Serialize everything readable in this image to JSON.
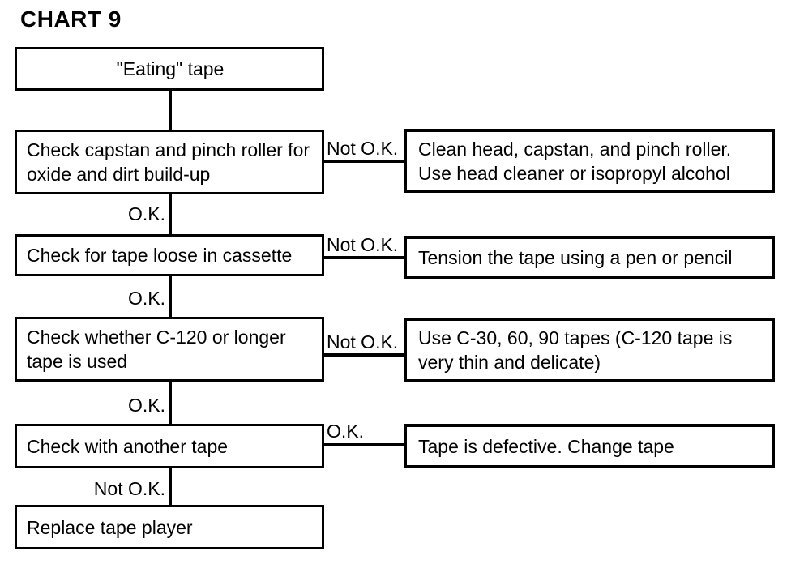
{
  "title": "CHART 9",
  "colors": {
    "ink": "#000000",
    "background": "#ffffff"
  },
  "flowchart": {
    "symptom": "\"Eating\" tape",
    "steps": [
      {
        "check": "Check capstan and pinch roller for oxide and dirt build-up",
        "side_label": "Not O.K.",
        "side_action": "Clean head, capstan, and pinch roller. Use head cleaner or isopropyl alcohol",
        "down_label": "O.K."
      },
      {
        "check": "Check for tape loose in cassette",
        "side_label": "Not O.K.",
        "side_action": "Tension the tape using a pen or pencil",
        "down_label": "O.K."
      },
      {
        "check": "Check whether C-120 or longer tape is used",
        "side_label": "Not O.K.",
        "side_action": "Use C-30, 60, 90 tapes (C-120 tape is very thin and delicate)",
        "down_label": "O.K."
      },
      {
        "check": "Check with another tape",
        "side_label": "O.K.",
        "side_action": "Tape is defective. Change tape",
        "down_label": "Not O.K."
      }
    ],
    "final": "Replace tape player"
  }
}
